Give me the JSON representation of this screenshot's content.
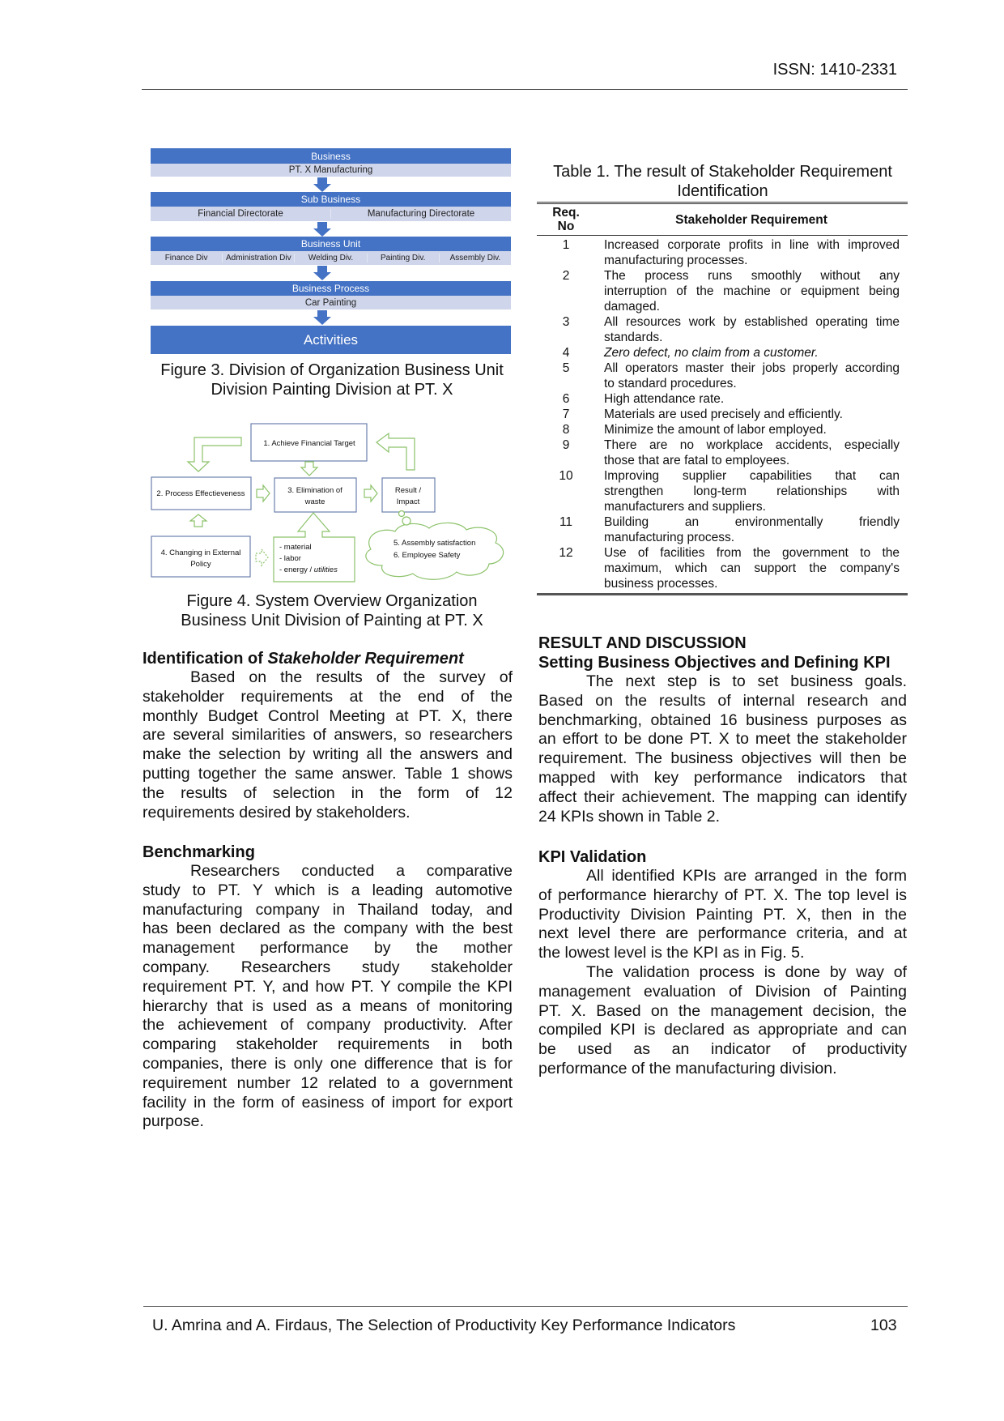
{
  "header": {
    "issn": "ISSN: 1410-2331"
  },
  "figure3": {
    "levels": [
      {
        "title": "Business",
        "items": [
          "PT. X Manufacturing"
        ]
      },
      {
        "title": "Sub Business",
        "items": [
          "Financial Directorate",
          "Manufacturing  Directorate"
        ]
      },
      {
        "title": "Business Unit",
        "items": [
          "Finance Div",
          "Administration Div",
          "Welding Div.",
          "Painting  Div.",
          "Assembly Div."
        ]
      },
      {
        "title": "Business Process",
        "items": [
          "Car Painting"
        ]
      }
    ],
    "final": "Activities",
    "caption_lines": [
      "Figure 3. Division of Organization Business Unit",
      "Division Painting Division at PT. X"
    ]
  },
  "figure4": {
    "box1": "1. Achieve Financial Target",
    "box2": "2. Process Effectieveness",
    "box3": [
      "3. Elimination of",
      "waste"
    ],
    "result": [
      "Result /",
      "Impact"
    ],
    "box4": [
      "4. Changing in External",
      "Policy"
    ],
    "inputs": [
      "- material",
      "- labor",
      "- energy / "
    ],
    "inputs_italic": "utilities",
    "cloud": [
      "5. Assembly satisfaction",
      "6. Employee Safety"
    ],
    "caption_lines": [
      "Figure 4. System Overview Organization",
      "Business Unit Division of Painting at PT. X"
    ]
  },
  "left": {
    "identification": {
      "heading": "Identification of ",
      "heading_italic": "Stakeholder Requirement",
      "paragraphs": [
        [
          "Based on the results of the survey of",
          "stakeholder requirements at the end of the",
          "monthly Budget Control Meeting at PT. X, there",
          "are several similarities of answers, so researchers",
          "make the selection by writing all the answers and",
          "putting together the same answer. Table 1 shows",
          "the results of selection in the form of 12",
          "requirements desired by stakeholders."
        ]
      ]
    },
    "benchmarking": {
      "heading": "Benchmarking",
      "paragraphs": [
        [
          "Researchers conducted a comparative",
          "study to PT. Y which is a leading automotive",
          "manufacturing company in Thailand today, and",
          "has been declared as the company with the best",
          "management performance by the mother",
          "company. Researchers study stakeholder",
          "requirement PT. Y, and how PT. Y compile the KPI",
          "hierarchy that is used as a means of monitoring",
          "the achievement of company productivity. After",
          "comparing stakeholder requirements in both",
          "companies, there is only one difference that is for",
          "requirement number 12 related to a government",
          "facility in the form of easiness of import for export",
          "purpose."
        ]
      ]
    }
  },
  "table1": {
    "caption_lines": [
      "Table 1. The result of Stakeholder Requirement",
      "Identification"
    ],
    "col_no": [
      "Req.",
      "No"
    ],
    "col_req": "Stakeholder Requirement",
    "rows": [
      {
        "no": "1",
        "lines": [
          "Increased corporate profits in line with improved",
          "manufacturing processes."
        ]
      },
      {
        "no": "2",
        "lines": [
          "The process runs smoothly without any",
          "interruption of the machine or equipment being",
          "damaged."
        ]
      },
      {
        "no": "3",
        "lines": [
          "All resources work by established operating time",
          "standards."
        ]
      },
      {
        "no": "4",
        "lines": [
          "Zero defect, no claim from a customer."
        ],
        "italic": true
      },
      {
        "no": "5",
        "lines": [
          "All operators master their jobs properly according",
          "to standard procedures."
        ]
      },
      {
        "no": "6",
        "lines": [
          "High attendance rate."
        ]
      },
      {
        "no": "7",
        "lines": [
          "Materials are used precisely and efficiently."
        ]
      },
      {
        "no": "8",
        "lines": [
          "Minimize the amount of labor employed."
        ]
      },
      {
        "no": "9",
        "lines": [
          "There are no workplace accidents, especially",
          "those that are fatal to employees."
        ]
      },
      {
        "no": "10",
        "lines": [
          "Improving supplier capabilities that can",
          "strengthen long-term relationships with",
          "manufacturers and suppliers."
        ]
      },
      {
        "no": "11",
        "lines": [
          "Building an environmentally friendly",
          "manufacturing process."
        ]
      },
      {
        "no": "12",
        "lines": [
          "Use of facilities from the government to the",
          "maximum, which can support the company's",
          "business processes."
        ]
      }
    ]
  },
  "right": {
    "section_heading": "RESULT AND DISCUSSION",
    "objectives": {
      "heading": "Setting Business Objectives and Defining KPI",
      "paragraphs": [
        [
          "The next step is to set business goals.",
          "Based on the results of internal research and",
          "benchmarking, obtained 16 business purposes as",
          "an effort to be done PT. X to meet the stakeholder",
          "requirement. The business objectives will then be",
          "mapped with key performance indicators that",
          "affect their achievement. The mapping can identify",
          "24 KPIs shown in Table 2."
        ]
      ]
    },
    "validation": {
      "heading": "KPI Validation",
      "paragraphs": [
        [
          "All identified KPIs are arranged in the form",
          "of performance hierarchy of PT. X. The top level is",
          "Productivity Division Painting PT. X, then in the",
          "next level there are performance criteria, and at",
          "the lowest level is the KPI as in Fig. 5."
        ],
        [
          "The validation process is done by way of",
          "management evaluation of Division of Painting",
          "PT. X. Based on the management decision, the",
          "compiled KPI is declared as appropriate and can",
          "be used as an indicator of productivity",
          "performance of the manufacturing division."
        ]
      ]
    }
  },
  "footer": {
    "citation": "U. Amrina and A. Firdaus, The Selection of Productivity Key Performance Indicators",
    "page": "103"
  }
}
